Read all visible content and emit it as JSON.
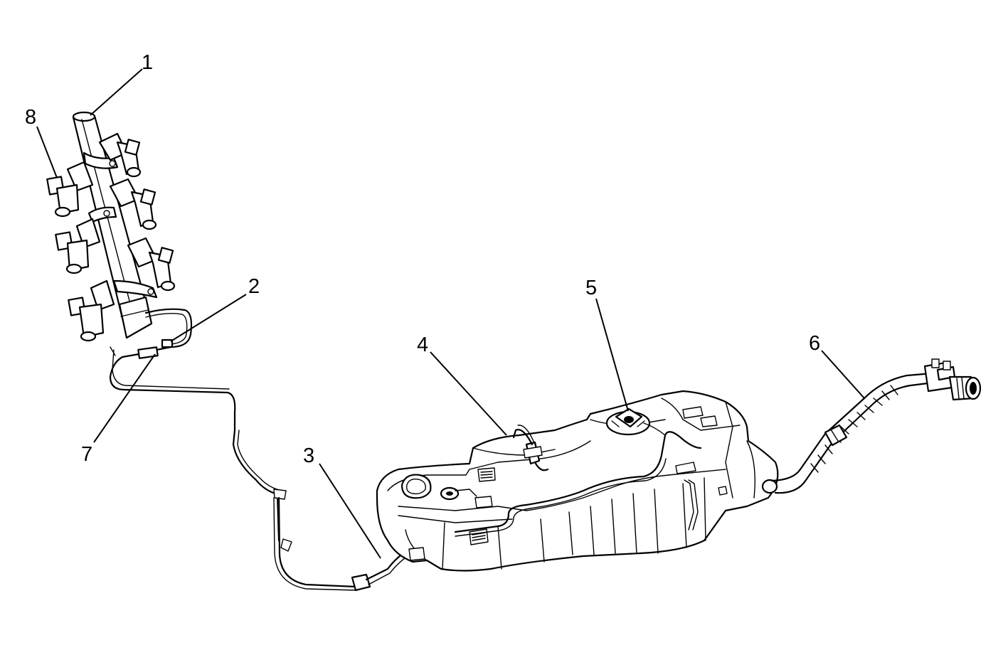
{
  "diagram": {
    "labels": [
      {
        "id": "1",
        "text": "1"
      },
      {
        "id": "2",
        "text": "2"
      },
      {
        "id": "3",
        "text": "3"
      },
      {
        "id": "4",
        "text": "4"
      },
      {
        "id": "5",
        "text": "5"
      },
      {
        "id": "6",
        "text": "6"
      },
      {
        "id": "7",
        "text": "7"
      },
      {
        "id": "8",
        "text": "8"
      }
    ],
    "colors": {
      "line": "#000000",
      "background": "#ffffff"
    }
  }
}
